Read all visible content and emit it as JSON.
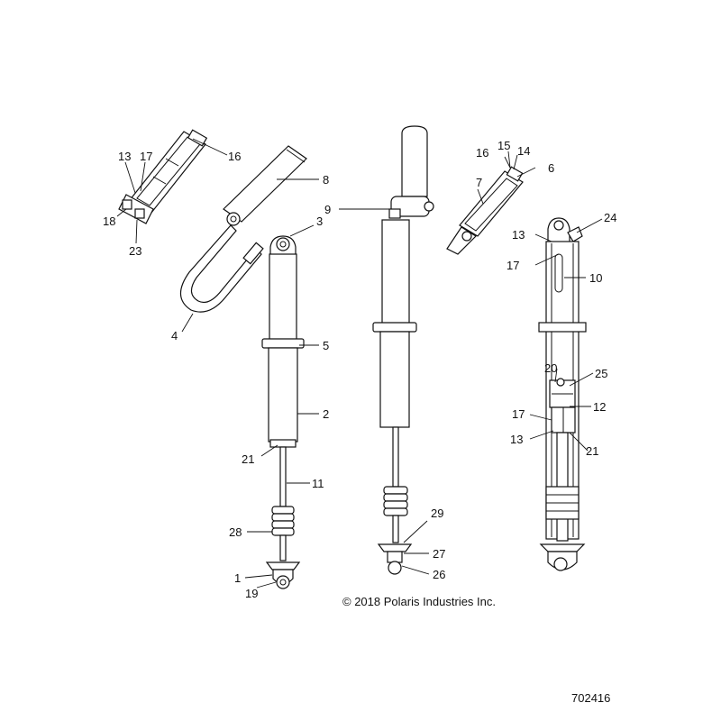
{
  "copyright": "© 2018 Polaris Industries Inc.",
  "diagram_number": "702416",
  "callouts": {
    "c1": "1",
    "c2": "2",
    "c3": "3",
    "c4": "4",
    "c5": "5",
    "c6": "6",
    "c7": "7",
    "c8": "8",
    "c9": "9",
    "c10": "10",
    "c11": "11",
    "c12": "12",
    "c13a": "13",
    "c13b": "13",
    "c13c": "13",
    "c14": "14",
    "c15": "15",
    "c16a": "16",
    "c16b": "16",
    "c17a": "17",
    "c17b": "17",
    "c17c": "17",
    "c18": "18",
    "c19": "19",
    "c20": "20",
    "c21a": "21",
    "c21b": "21",
    "c23": "23",
    "c24": "24",
    "c25": "25",
    "c26": "26",
    "c27": "27",
    "c28": "28",
    "c29": "29"
  }
}
